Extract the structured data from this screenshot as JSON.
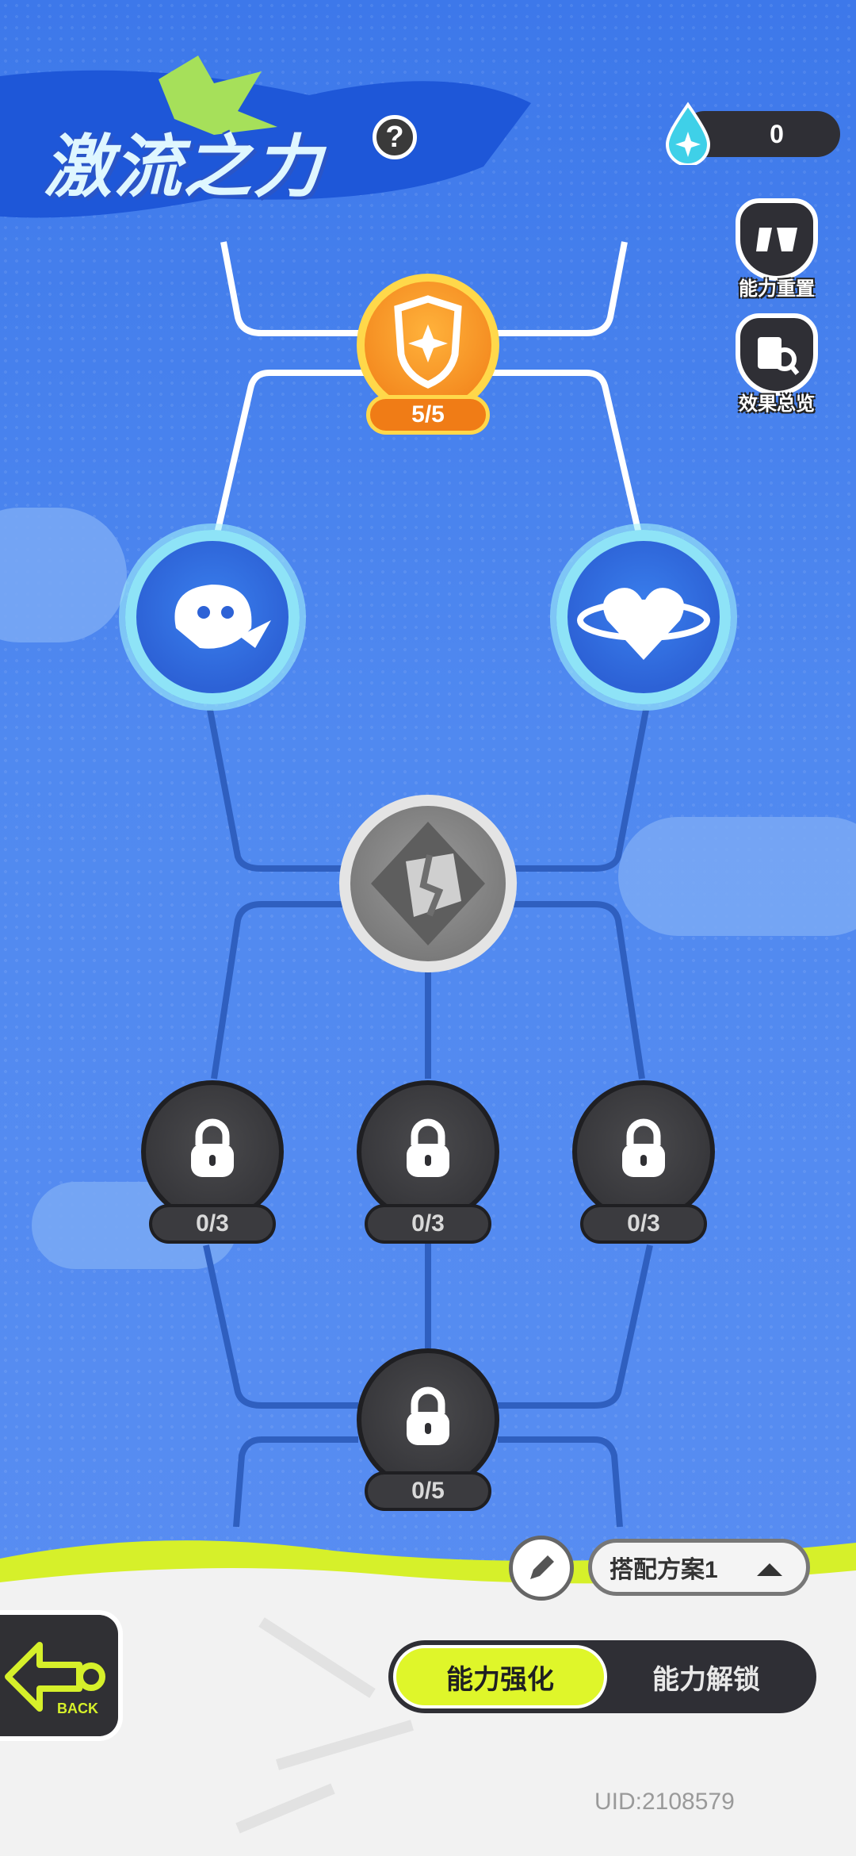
{
  "header": {
    "title": "激流之力",
    "help_label": "?",
    "currency_value": "0"
  },
  "side_buttons": {
    "reset_label": "能力重置",
    "overview_label": "效果总览"
  },
  "nodes": {
    "top_progress": "5/5",
    "locked_left_progress": "0/3",
    "locked_mid_progress": "0/3",
    "locked_right_progress": "0/3",
    "locked_bottom_progress": "0/5"
  },
  "bottom": {
    "back_label": "BACK",
    "plan_label": "搭配方案1",
    "tab_enhance": "能力强化",
    "tab_unlock": "能力解锁",
    "uid": "UID:2108579"
  },
  "colors": {
    "accent_yellow": "#dff62a",
    "orange": "#f07c16",
    "background_blue": "#4f86ef",
    "dark": "#2f2f35"
  }
}
